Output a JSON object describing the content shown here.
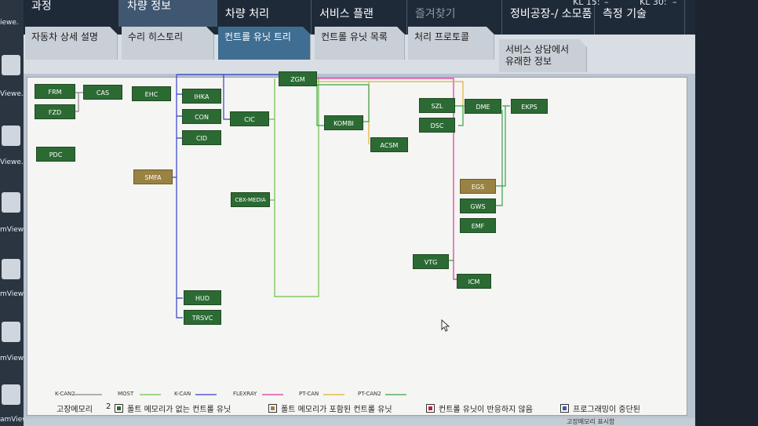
{
  "desktop": {
    "labels": [
      "iewe.",
      "Viewe.",
      "Viewe.",
      "mViewe.",
      "mViewe.",
      "mViewe.",
      "amViewe."
    ]
  },
  "header": {
    "kl_left": "KL 15:",
    "kl_left_value": "–",
    "kl_right": "KL 30:",
    "kl_right_value": "–"
  },
  "topnav": {
    "items": [
      "과정",
      "차량 정보",
      "차량 처리",
      "서비스 플랜",
      "즐겨찾기",
      "정비공장-/ 소모품",
      "측정 기술"
    ]
  },
  "subtabs": {
    "items": [
      "자동차 상세 설명",
      "수리 히스토리",
      "컨트롤 유닛 트리",
      "컨트롤 유닛 목록",
      "처리 프로토콜",
      "서비스 상담에서\n유래한 정보"
    ]
  },
  "nodes": {
    "frm": "FRM",
    "fzd": "FZD",
    "cas": "CAS",
    "ehc": "EHC",
    "pdc": "PDC",
    "ihka": "IHKA",
    "con": "CON",
    "cid": "CID",
    "smfa": "SMFA",
    "cic": "CIC",
    "zgm": "ZGM",
    "cbx": "CBX-MEDIA",
    "kombi": "KOMBI",
    "acsm": "ACSM",
    "szl": "SZL",
    "dsc": "DSC",
    "dme": "DME",
    "ekps": "EKPS",
    "egs": "EGS",
    "gws": "GWS",
    "emf": "EMF",
    "vtg": "VTG",
    "icm": "ICM",
    "hud": "HUD",
    "trsvc": "TRSVC"
  },
  "legend": {
    "buses": [
      {
        "name": "K-CAN2",
        "color": "#888888"
      },
      {
        "name": "MOST",
        "color": "#6cc04a"
      },
      {
        "name": "K-CAN",
        "color": "#3340c8"
      },
      {
        "name": "FLEXRAY",
        "color": "#d8349a"
      },
      {
        "name": "PT-CAN",
        "color": "#e0b030"
      },
      {
        "name": "PT-CAN2",
        "color": "#3aa04a"
      }
    ]
  },
  "status": {
    "label": "고장메모리",
    "count": "2",
    "items": [
      {
        "text": "폴트 메모리가 없는 컨트롤 유닛",
        "color": "#2c6a34"
      },
      {
        "text": "폴트 메모리가 포함된 컨트롤 유닛",
        "color": "#9a8243"
      },
      {
        "text": "컨트롤 유닛이 반응하지 않음",
        "color": "#c0203a"
      },
      {
        "text": "프로그래밍이 중단된",
        "color": "#3a5ab0"
      }
    ]
  },
  "bottom": {
    "right_button": "고장메모리 표시함"
  }
}
